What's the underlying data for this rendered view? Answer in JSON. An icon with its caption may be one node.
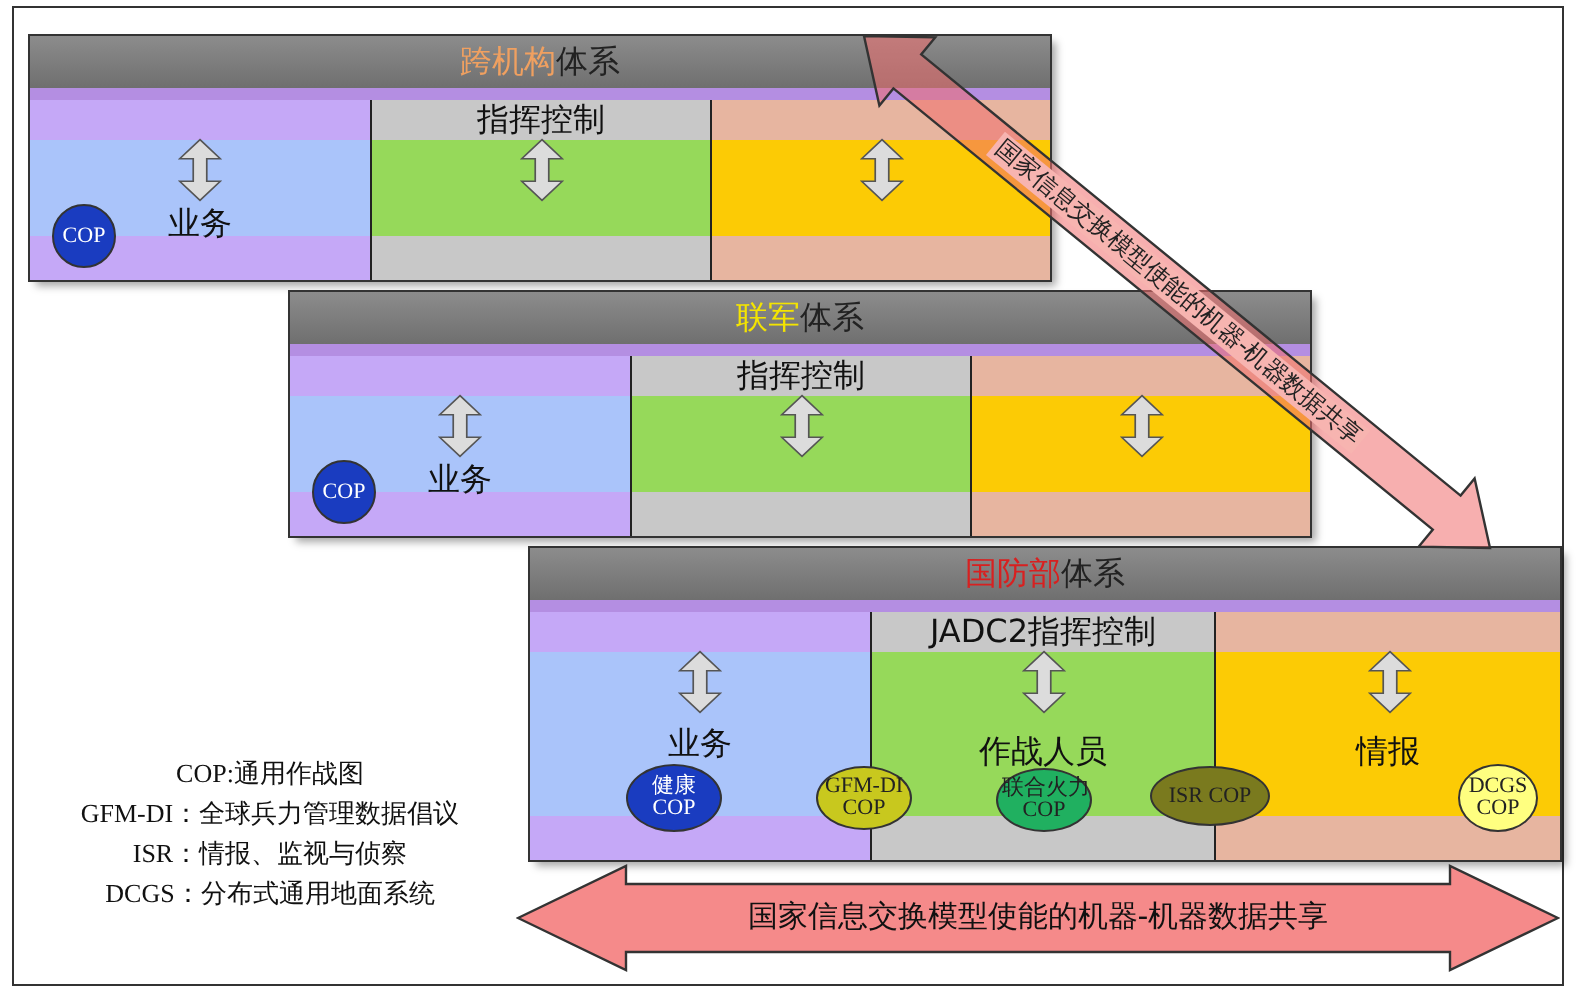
{
  "diagram": {
    "nodes": [
      {
        "text": [
          "跨机构",
          "体系"
        ]
      },
      {
        "text": [
          "业务"
        ],
        "in": 0
      },
      {
        "text": [
          "指挥控制"
        ],
        "in": 0
      },
      {
        "text": [],
        "shape": "box",
        "in": 0
      },
      {
        "text": [
          "COP"
        ],
        "in": 1
      },
      {
        "text": [
          "联军",
          "体系"
        ]
      },
      {
        "text": [
          "业务"
        ],
        "in": 5
      },
      {
        "text": [
          "指挥控制"
        ],
        "in": 5
      },
      {
        "text": [],
        "shape": "box",
        "in": 5
      },
      {
        "text": [
          "COP"
        ],
        "in": 6
      },
      {
        "text": [
          "国防部",
          "体系"
        ]
      },
      {
        "text": [
          "业务"
        ],
        "in": 10
      },
      {
        "text": [
          "JADC2指挥控制",
          "作战人员"
        ],
        "in": 10
      },
      {
        "text": [
          "情报"
        ],
        "in": 10
      },
      {
        "text": [
          "健康 COP"
        ],
        "in": 11
      },
      {
        "text": [
          "GFM-DI COP"
        ],
        "in": 10
      },
      {
        "text": [
          "联合火力 COP"
        ],
        "in": 12
      },
      {
        "text": [
          "ISR COP"
        ],
        "in": 10
      },
      {
        "text": [
          "DCGS COP"
        ],
        "in": 13
      },
      {
        "text": [
          "国家信息交换模型使能的机器-机器数据共享"
        ]
      }
    ],
    "edges": [
      {
        "from": 0,
        "to": 10,
        "arrow": "both",
        "label": "国家信息交换模型使能的机器-机器数据共享"
      }
    ],
    "labels": [
      "COP:通用作战图",
      "GFM-DI：全球兵力管理数据倡议",
      "ISR：情报、监视与侦察",
      "DCGS：分布式通用地面系统"
    ]
  }
}
